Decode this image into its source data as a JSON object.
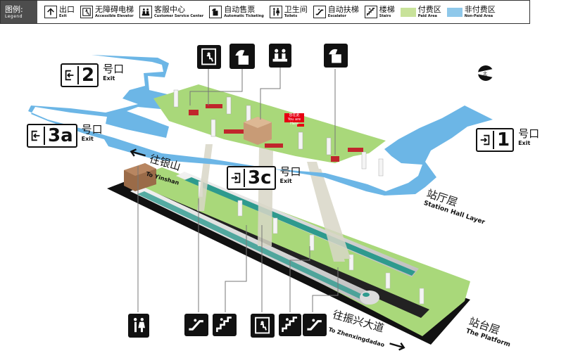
{
  "legend": {
    "title_zh": "图例:",
    "title_en": "Legend",
    "items": [
      {
        "zh": "出口",
        "en": "Exit",
        "icon": "exit-icon"
      },
      {
        "zh": "无障碍电梯",
        "en": "Accessible Elevator",
        "icon": "accessible-elevator-icon"
      },
      {
        "zh": "客服中心",
        "en": "Customer Service Center",
        "icon": "customer-service-icon"
      },
      {
        "zh": "自动售票",
        "en": "Automatic Ticketing",
        "icon": "ticketing-icon"
      },
      {
        "zh": "卫生间",
        "en": "Toilets",
        "icon": "toilet-icon"
      },
      {
        "zh": "自动扶梯",
        "en": "Escalator",
        "icon": "escalator-icon"
      },
      {
        "zh": "楼梯",
        "en": "Stairs",
        "icon": "stairs-icon"
      },
      {
        "zh": "付费区",
        "en": "Paid Area",
        "color": "#c8e29a"
      },
      {
        "zh": "非付费区",
        "en": "Non-Paid Area",
        "color": "#8fc8ea"
      }
    ]
  },
  "colors": {
    "paid": "#a9d87a",
    "nonpaid": "#6cb6e6",
    "platform": "#111111",
    "train_stripe": "#2e9a8e"
  },
  "exits": [
    {
      "num": "2",
      "zh": "号口",
      "en": "Exit"
    },
    {
      "num": "3a",
      "zh": "号口",
      "en": "Exit"
    },
    {
      "num": "3c",
      "zh": "号口",
      "en": "Exit"
    },
    {
      "num": "1",
      "zh": "号口",
      "en": "Exit"
    }
  ],
  "directions": {
    "yinshan": {
      "zh": "往银山",
      "en": "To Yinshan"
    },
    "zhenxing": {
      "zh": "往振兴大道",
      "en": "To Zhenxingdadao"
    }
  },
  "layers": {
    "hall": {
      "zh": "站厅层",
      "en": "Station Hall Layer"
    },
    "platform": {
      "zh": "站台层",
      "en": "The Platform"
    }
  },
  "you_are_here": "您在此",
  "you_are_here_en": "You are Here",
  "compass": "北"
}
